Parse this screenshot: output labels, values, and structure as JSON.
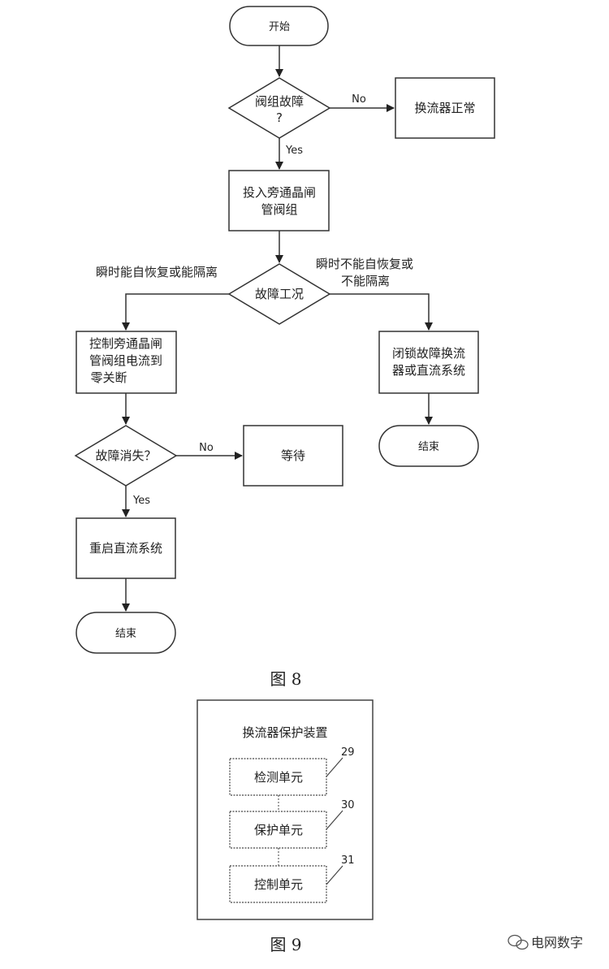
{
  "fig8": {
    "start": "开始",
    "q1_line1": "阀组故障",
    "q1_line2": "?",
    "no1": "No",
    "normal": "换流器正常",
    "yes1": "Yes",
    "bypass_line1": "投入旁通晶闸",
    "bypass_line2": "管阀组",
    "q2": "故障工况",
    "left_branch": "瞬时能自恢复或能隔离",
    "right_branch_line1": "瞬时不能自恢复或",
    "right_branch_line2": "不能隔离",
    "ctrl_line1": "控制旁通晶闸",
    "ctrl_line2": "管阀组电流到",
    "ctrl_line3": "零关断",
    "lock_line1": "闭锁故障换流",
    "lock_line2": "器或直流系统",
    "end_right": "结束",
    "q3": "故障消失？",
    "no2": "No",
    "wait": "等待",
    "yes2": "Yes",
    "restart": "重启直流系统",
    "end_left": "结束",
    "caption": "图 8"
  },
  "fig9": {
    "title": "换流器保护装置",
    "unit1": "检测单元",
    "unit2": "保护单元",
    "unit3": "控制单元",
    "ref1": "29",
    "ref2": "30",
    "ref3": "31",
    "caption": "图 9"
  },
  "watermark": "电网数字"
}
